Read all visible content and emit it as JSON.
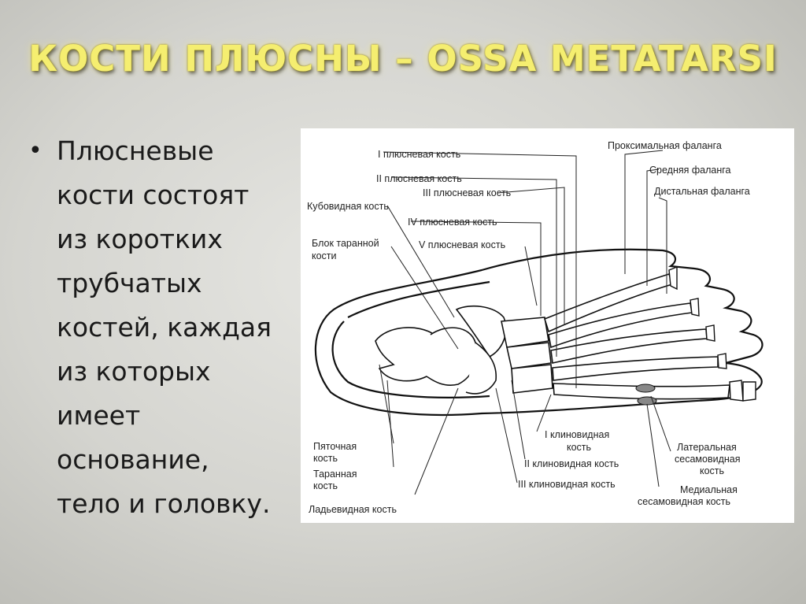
{
  "slide": {
    "title": "КОСТИ ПЛЮСНЫ – OSSA METATARSI",
    "bullet_char": "•",
    "bullet_lines": [
      "Плюсневые",
      "кости состоят",
      "из коротких",
      "трубчатых",
      "костей, каждая",
      "из которых",
      "имеет",
      "основание,",
      "тело и головку."
    ]
  },
  "diagram": {
    "labels": {
      "mt1": "I плюсневая кость",
      "mt2": "II плюсневая кость",
      "mt3": "III плюсневая кость",
      "cuboid": "Кубовидная кость",
      "mt4": "IV плюсневая кость",
      "talus_block_1": "Блок таранной",
      "talus_block_2": "кости",
      "mt5": "V плюсневая кость",
      "proximal_phalanx": "Проксимальная фаланга",
      "middle_phalanx": "Средняя фаланга",
      "distal_phalanx": "Дистальная фаланга",
      "calcaneus_1": "Пяточная",
      "calcaneus_2": "кость",
      "talus_1": "Таранная",
      "talus_2": "кость",
      "navicular": "Ладьевидная кость",
      "cuneiform1_1": "I клиновидная",
      "cuneiform1_2": "кость",
      "cuneiform2": "II клиновидная кость",
      "cuneiform3": "III клиновидная кость",
      "lat_sesamoid_1": "Латеральная",
      "lat_sesamoid_2": "сесамовидная",
      "lat_sesamoid_3": "кость",
      "med_sesamoid_1": "Медиальная",
      "med_sesamoid_2": "сесамовидная кость"
    }
  }
}
